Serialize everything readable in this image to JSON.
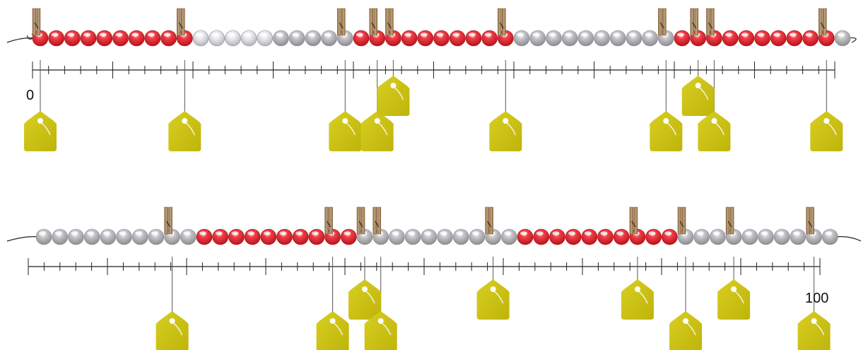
{
  "labels": {
    "start": "0",
    "end": "100"
  },
  "colors": {
    "red_bead": "#e8202a",
    "grey_bead": "#b4b4b8",
    "light_bead": "#d8d8dc",
    "tag": "#cdc210",
    "clothespin": "#a88660",
    "line": "#222222"
  },
  "rows": [
    {
      "bead_colors": [
        "r",
        "r",
        "r",
        "r",
        "r",
        "r",
        "r",
        "r",
        "r",
        "r",
        "w",
        "w",
        "w",
        "w",
        "w",
        "g",
        "g",
        "g",
        "g",
        "g",
        "r",
        "r",
        "r",
        "r",
        "r",
        "r",
        "r",
        "r",
        "r",
        "r",
        "g",
        "g",
        "g",
        "g",
        "g",
        "g",
        "g",
        "g",
        "g",
        "g",
        "r",
        "r",
        "r",
        "r",
        "r",
        "r",
        "r",
        "r",
        "r",
        "r",
        "g"
      ],
      "clothespin_beads": [
        0,
        9,
        19,
        21,
        22,
        29,
        39,
        41,
        42,
        49
      ],
      "tags": [
        {
          "bead": 0,
          "level": "low"
        },
        {
          "bead": 9,
          "level": "low"
        },
        {
          "bead": 19,
          "level": "low"
        },
        {
          "bead": 21,
          "level": "low"
        },
        {
          "bead": 22,
          "level": "high"
        },
        {
          "bead": 29,
          "level": "low"
        },
        {
          "bead": 39,
          "level": "low"
        },
        {
          "bead": 41,
          "level": "high"
        },
        {
          "bead": 42,
          "level": "low"
        },
        {
          "bead": 49,
          "level": "low"
        }
      ]
    },
    {
      "bead_colors": [
        "g",
        "g",
        "g",
        "g",
        "g",
        "g",
        "g",
        "g",
        "g",
        "g",
        "r",
        "r",
        "r",
        "r",
        "r",
        "r",
        "r",
        "r",
        "r",
        "r",
        "g",
        "g",
        "g",
        "g",
        "g",
        "g",
        "g",
        "g",
        "g",
        "g",
        "r",
        "r",
        "r",
        "r",
        "r",
        "r",
        "r",
        "r",
        "r",
        "r",
        "g",
        "g",
        "g",
        "g",
        "g",
        "g",
        "g",
        "g",
        "g",
        "g"
      ],
      "clothespin_beads": [
        8,
        18,
        20,
        21,
        28,
        37,
        40,
        43,
        48
      ],
      "tags": [
        {
          "bead": 8,
          "level": "low"
        },
        {
          "bead": 18,
          "level": "low"
        },
        {
          "bead": 20,
          "level": "high"
        },
        {
          "bead": 21,
          "level": "low"
        },
        {
          "bead": 28,
          "level": "high"
        },
        {
          "bead": 37,
          "level": "high"
        },
        {
          "bead": 40,
          "level": "low"
        },
        {
          "bead": 43,
          "level": "high"
        },
        {
          "bead": 48,
          "level": "low"
        }
      ]
    }
  ]
}
